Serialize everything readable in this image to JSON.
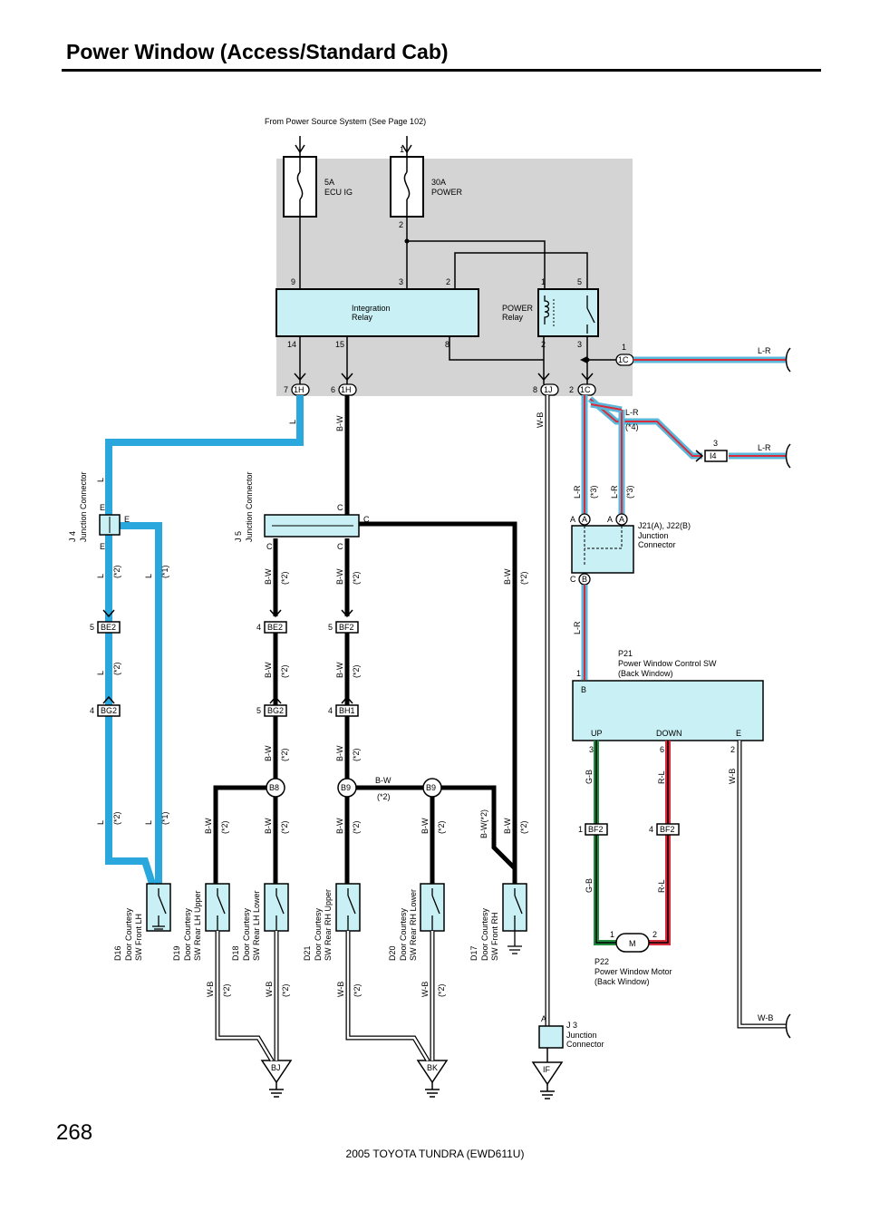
{
  "header": {
    "title": "Power Window (Access/Standard Cab)"
  },
  "source_note": "From Power Source System (See Page 102)",
  "fuses": [
    {
      "rating": "5A",
      "name": "ECU IG"
    },
    {
      "rating": "30A",
      "name": "POWER"
    }
  ],
  "relays": {
    "integration": "Integration Relay",
    "power_line1": "POWER",
    "power_line2": "Relay"
  },
  "pins": {
    "p1": "1",
    "p2": "2",
    "p9": "9",
    "p3": "3",
    "p2b": "2",
    "p1b": "1",
    "p5": "5",
    "p14": "14",
    "p15": "15",
    "p8": "8",
    "p2c": "2",
    "p3b": "3",
    "c7": "7",
    "c6": "6",
    "c8": "8",
    "c2": "2",
    "c1": "1",
    "c3": "3"
  },
  "connectors": {
    "h1": "1H",
    "h2": "1H",
    "j1": "1J",
    "c1": "1C",
    "c2": "1C",
    "i4": "I4",
    "be2a": "BE2",
    "bg2a": "BG2",
    "be2b": "BE2",
    "bg2b": "BG2",
    "bf2a": "BF2",
    "bh1": "BH1",
    "bf2b": "BF2",
    "bf2c": "BF2",
    "b8": "B8",
    "b9a": "B9",
    "b9b": "B9",
    "bj": "BJ",
    "bk": "BK",
    "if": "IF"
  },
  "connector_pins": {
    "be2a": "5",
    "bg2a": "4",
    "be2b": "4",
    "bg2b": "5",
    "bf2a": "5",
    "bh1": "4",
    "bf2b": "1",
    "bf2c": "4",
    "i4": "3"
  },
  "wires": {
    "lr": "L-R",
    "l": "L",
    "bw": "B-W",
    "wb": "W-B",
    "gb": "G-B",
    "rl": "R-L",
    "bwstar2": "B-W(*2)"
  },
  "notes": {
    "n1": "(*1)",
    "n2": "(*2)",
    "n3": "(*3)",
    "n4": "(*4)"
  },
  "junctions": {
    "j4_code": "J 4",
    "j4_name": "Junction Connector",
    "j5_code": "J 5",
    "j5_name": "Junction Connector",
    "j21": "J21(A), J22(B)",
    "j21_name1": "Junction",
    "j21_name2": "Connector",
    "j3": "J 3",
    "j3_name1": "Junction",
    "j3_name2": "Connector",
    "pin_e": "E",
    "pin_c": "C",
    "pin_a": "A",
    "pin_b": "B",
    "pin_j3a": "A"
  },
  "switch_p21": {
    "code": "P21",
    "name1": "Power Window Control SW",
    "name2": "(Back Window)",
    "b": "B",
    "up": "UP",
    "down": "DOWN",
    "e": "E",
    "pin1": "1",
    "pin3": "3",
    "pin6": "6",
    "pin2": "2"
  },
  "motor_p22": {
    "symbol": "M",
    "code": "P22",
    "name1": "Power Window Motor",
    "name2": "(Back Window)",
    "pin1": "1",
    "pin2": "2"
  },
  "door_switches": [
    {
      "code": "D16",
      "line1": "Door Courtesy",
      "line2": "SW Front LH"
    },
    {
      "code": "D19",
      "line1": "Door Courtesy",
      "line2": "SW Rear LH Upper"
    },
    {
      "code": "D18",
      "line1": "Door Courtesy",
      "line2": "SW Rear LH Lower"
    },
    {
      "code": "D21",
      "line1": "Door Courtesy",
      "line2": "SW Rear RH Upper"
    },
    {
      "code": "D20",
      "line1": "Door Courtesy",
      "line2": "SW Rear RH Lower"
    },
    {
      "code": "D17",
      "line1": "Door Courtesy",
      "line2": "SW Front RH"
    }
  ],
  "page_number": "268",
  "footer": "2005 TOYOTA TUNDRA (EWD611U)",
  "colors": {
    "l_wire": "#2aa8de",
    "relay_fill": "#c8f0f5",
    "box_gray": "#d4d4d4",
    "green": "#1e8a3c",
    "red": "#d92b3a"
  }
}
